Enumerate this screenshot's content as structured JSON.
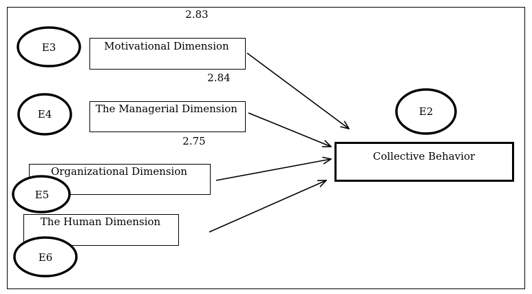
{
  "coefficients": {
    "c1": "2.83",
    "c2": "2.84",
    "c3": "2.75"
  },
  "dimensions": {
    "motivational": "Motivational Dimension",
    "managerial": "The Managerial Dimension",
    "organizational": "Organizational Dimension",
    "human": "The Human Dimension"
  },
  "target": "Collective Behavior",
  "errors": {
    "e3": "E3",
    "e4": "E4",
    "e5": "E5",
    "e6": "E6",
    "e2": "E2"
  }
}
